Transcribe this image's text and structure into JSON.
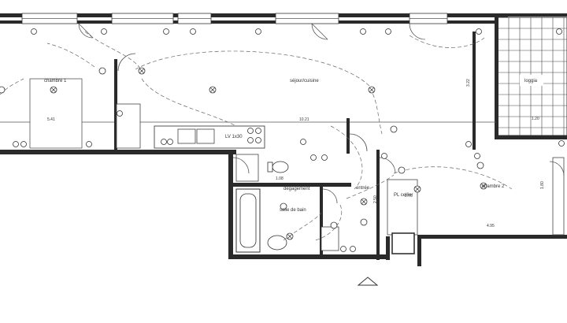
{
  "rooms": {
    "chambre1": "chambre 1",
    "sejour": "séjour/cuisine",
    "loggia": "loggia",
    "chambre2": "chambre 2",
    "sdb": "salle de bain",
    "degagement": "dégagement",
    "entree": "entrée",
    "placard": "PL cellier"
  },
  "dimensions": {
    "d541": "5.41",
    "d1021": "10.21",
    "d322": "3.22",
    "d120": "1.20",
    "d108": "1.08",
    "d250": "2.50",
    "d495": "4.95",
    "d180": "1.80",
    "d275": "2.75"
  },
  "fixtures": {
    "lv": "LV 1x30"
  }
}
